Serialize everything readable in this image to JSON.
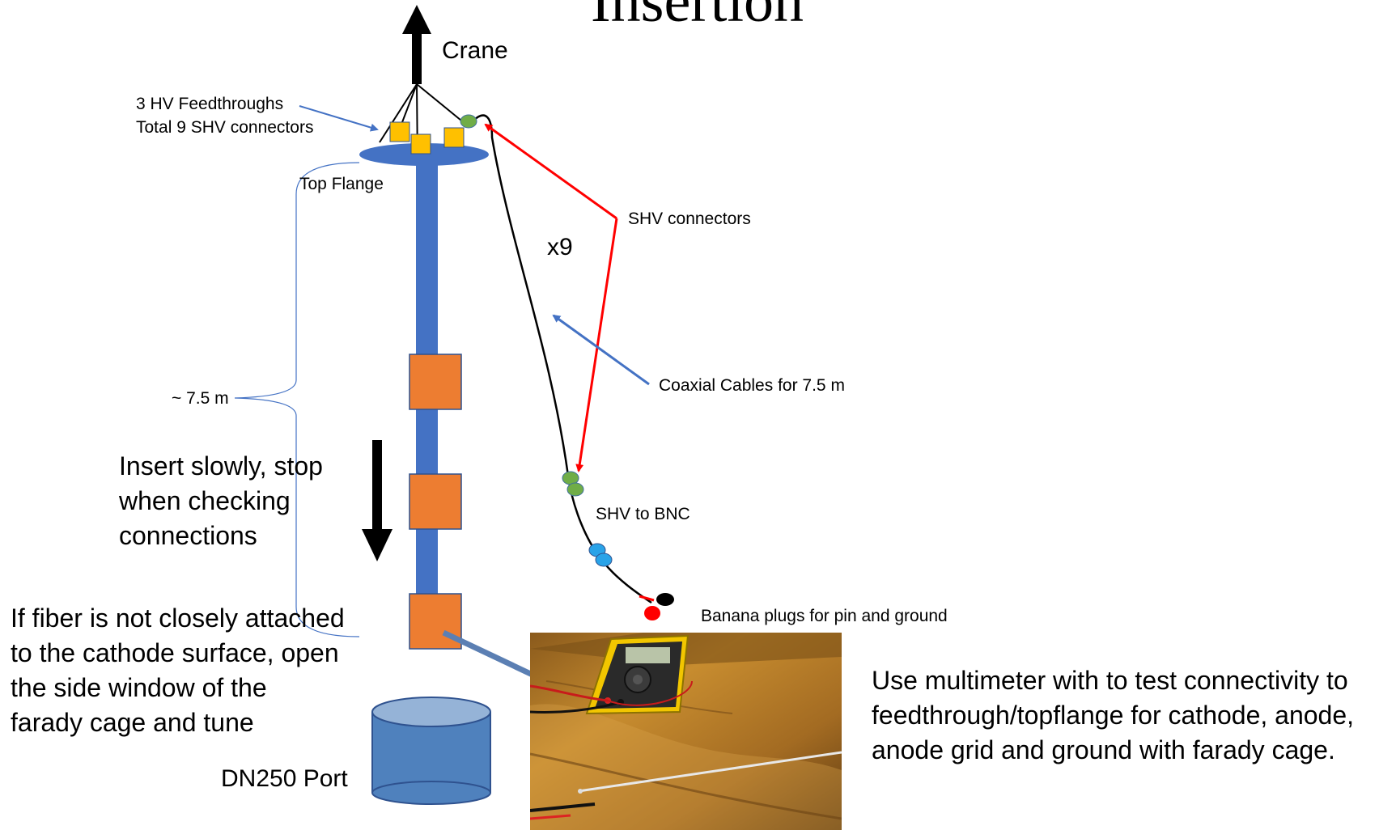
{
  "title": "Insertion",
  "labels": {
    "crane": "Crane",
    "feedthroughs_line1": "3 HV Feedthroughs",
    "feedthroughs_line2": "Total 9 SHV connectors",
    "top_flange": "Top Flange",
    "shv_connectors": "SHV connectors",
    "cable_count": "x9",
    "coaxial_cables": "Coaxial Cables for 7.5 m",
    "length": "~ 7.5 m",
    "shv_to_bnc": "SHV to BNC",
    "banana_plugs": "Banana plugs for pin and ground",
    "dn250_port": "DN250 Port"
  },
  "notes": {
    "insert_1": "Insert slowly, stop",
    "insert_2": "when checking",
    "insert_3": "connections",
    "fiber_1": "If fiber is not closely attached",
    "fiber_2": "to the cathode surface, open",
    "fiber_3": "the side window of the",
    "fiber_4": "farady cage and tune",
    "multimeter_1": "Use multimeter with  to test connectivity to",
    "multimeter_2": "feedthrough/topflange for cathode, anode,",
    "multimeter_3": "anode grid and ground with farady cage."
  },
  "colors": {
    "rod_blue": "#4472c4",
    "module_orange": "#ed7d31",
    "connector_yellow": "#ffc000",
    "shv_green": "#70ad47",
    "bnc_cyan": "#29a3e8",
    "arrow_red": "#ff0000",
    "port_blue": "#4f81bd"
  }
}
